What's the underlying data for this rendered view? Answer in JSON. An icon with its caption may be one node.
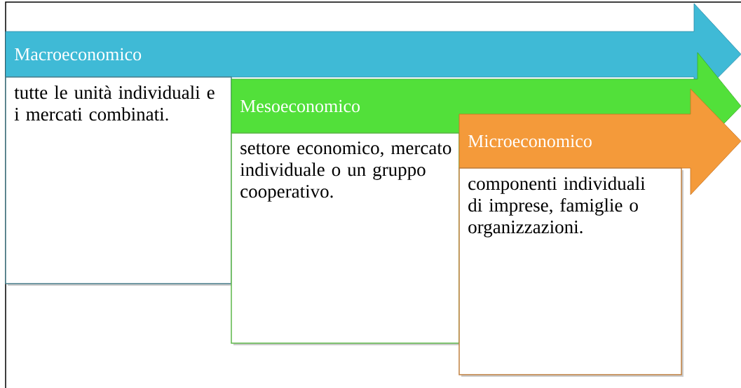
{
  "diagram": {
    "nodes": [
      {
        "text": [
          "Macroeconomico"
        ]
      },
      {
        "text": [
          "tutte le unità individuali e i mercati combinati."
        ]
      },
      {
        "text": [
          "Mesoeconomico"
        ]
      },
      {
        "text": [
          "settore economico, mercato individuale o un gruppo cooperativo."
        ]
      },
      {
        "text": [
          "Microeconomico"
        ]
      },
      {
        "text": [
          "componenti individuali di imprese, famiglie o organizzazioni."
        ]
      }
    ]
  }
}
